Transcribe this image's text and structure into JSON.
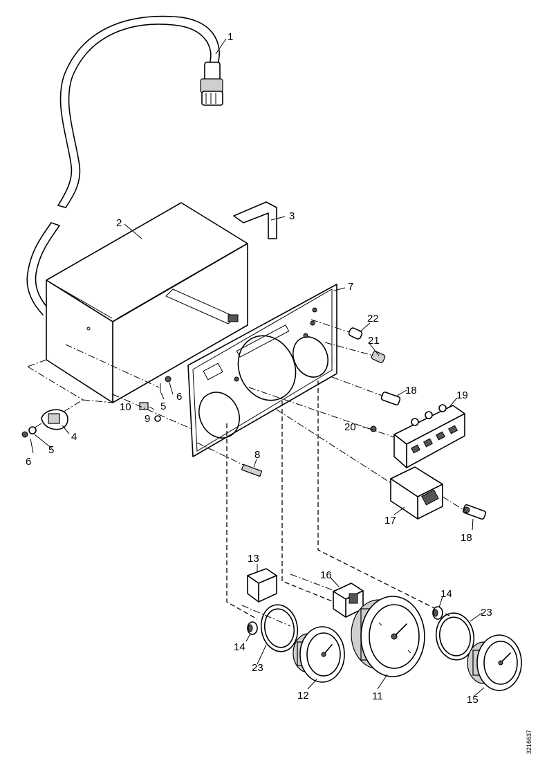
{
  "diagram": {
    "reference_code": "3216637",
    "callouts": [
      {
        "id": "c1",
        "text": "1"
      },
      {
        "id": "c2",
        "text": "2"
      },
      {
        "id": "c3",
        "text": "3"
      },
      {
        "id": "c4",
        "text": "4"
      },
      {
        "id": "c5a",
        "text": "5"
      },
      {
        "id": "c5b",
        "text": "5"
      },
      {
        "id": "c6a",
        "text": "6"
      },
      {
        "id": "c6b",
        "text": "6"
      },
      {
        "id": "c7",
        "text": "7"
      },
      {
        "id": "c8",
        "text": "8"
      },
      {
        "id": "c9",
        "text": "9"
      },
      {
        "id": "c10",
        "text": "10"
      },
      {
        "id": "c11",
        "text": "11"
      },
      {
        "id": "c12",
        "text": "12"
      },
      {
        "id": "c13",
        "text": "13"
      },
      {
        "id": "c14a",
        "text": "14"
      },
      {
        "id": "c14b",
        "text": "14"
      },
      {
        "id": "c15",
        "text": "15"
      },
      {
        "id": "c16",
        "text": "16"
      },
      {
        "id": "c17",
        "text": "17"
      },
      {
        "id": "c18a",
        "text": "18"
      },
      {
        "id": "c18b",
        "text": "18"
      },
      {
        "id": "c19",
        "text": "19"
      },
      {
        "id": "c20",
        "text": "20"
      },
      {
        "id": "c21",
        "text": "21"
      },
      {
        "id": "c22",
        "text": "22"
      },
      {
        "id": "c23a",
        "text": "23"
      },
      {
        "id": "c23b",
        "text": "23"
      }
    ]
  }
}
